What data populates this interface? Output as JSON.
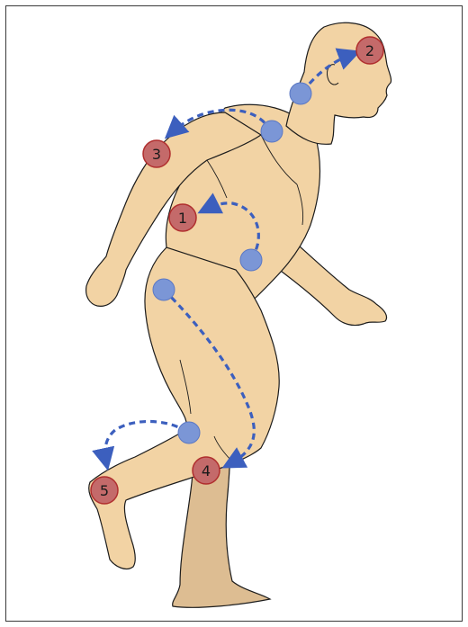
{
  "colors": {
    "skin": "#f2d3a4",
    "skin_back": "#ddbd92",
    "outline": "#1c1c1c",
    "origin_dot": "#7b96d6",
    "target_dot": "#c46a6a",
    "target_stroke": "#b02e2e",
    "arrow": "#3c5fbe"
  },
  "targets": [
    {
      "id": "1",
      "label": "1"
    },
    {
      "id": "2",
      "label": "2"
    },
    {
      "id": "3",
      "label": "3"
    },
    {
      "id": "4",
      "label": "4"
    },
    {
      "id": "5",
      "label": "5"
    }
  ]
}
